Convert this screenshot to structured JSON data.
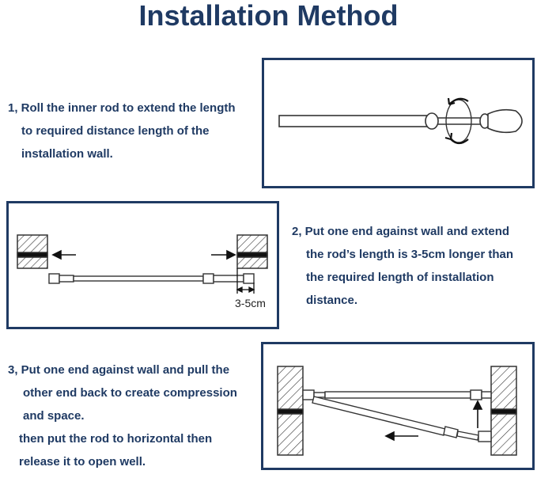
{
  "title": "Installation Method",
  "steps": [
    {
      "lines": [
        "1, Roll the inner rod to extend the length",
        "to required distance length of the",
        "installation wall."
      ]
    },
    {
      "lines": [
        "2, Put one end against wall and extend",
        "the rod’s length is 3-5cm longer than",
        "the required length of installation",
        "distance."
      ],
      "measure_label": "3-5cm"
    },
    {
      "lines": [
        "3, Put one end against wall and pull the",
        "other end back to create compression",
        "and space.",
        "then put the rod to horizontal then",
        "release it to open well."
      ]
    }
  ],
  "colors": {
    "text": "#1f3a63",
    "frame": "#1f3a63",
    "drawing": "#333333"
  }
}
